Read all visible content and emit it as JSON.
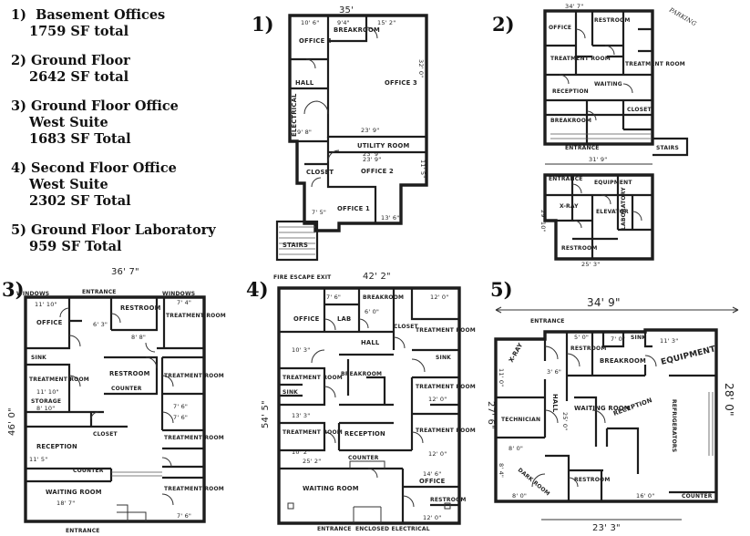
{
  "legend": [
    {
      "number": "1)",
      "lines": [
        "Basement Offices",
        "1759 SF total"
      ]
    },
    {
      "number": "2)",
      "lines": [
        "Ground Floor",
        "2642 SF total"
      ]
    },
    {
      "number": "3)",
      "lines": [
        "Ground Floor Office",
        "West Suite",
        "1683 SF Total"
      ]
    },
    {
      "number": "4)",
      "lines": [
        "Second Floor Office",
        "West Suite",
        "2302 SF Total"
      ]
    },
    {
      "number": "5)",
      "lines": [
        "Ground Floor Laboratory",
        "959 SF Total"
      ]
    }
  ],
  "plans": {
    "p1": {
      "label": "1)",
      "width": "35'",
      "rooms": {
        "office3": "OFFICE 3",
        "office2": "OFFICE 2",
        "office1": "OFFICE 1",
        "office4": "OFFICE 4",
        "utility": "UTILITY ROOM",
        "hall": "HALL",
        "electrical": "ELECTRICAL",
        "breakroom": "BREAKROOM",
        "stairs": "STAIRS",
        "closet": "CLOSET"
      },
      "dims": {
        "top_left": "10' 6\"",
        "top_mid": "9'4\"",
        "top_right": "15' 2\"",
        "right": "32' 0\"",
        "d1": "23' 9\"",
        "d2": "23' 9\"",
        "d3": "23' 9\"",
        "d4": "11' 5\"",
        "d5": "13' 6\"",
        "d6": "7' 5\"",
        "d7": "9' 8\""
      }
    },
    "p2": {
      "label": "2)",
      "top_dim": "34' 7\"",
      "mid_dim": "31' 9\"",
      "bottom_dim": "25' 3\"",
      "side_dim": "29' 10\"",
      "annot": {
        "parking": "PARKING",
        "entrance": "ENTRANCE",
        "entrance2": "ENTRANCE",
        "stairs": "STAIRS",
        "office": "OFFICE",
        "reception": "RECEPTION",
        "restroom": "RESTROOM",
        "treatment": "TREATMENT ROOM",
        "breakroom": "BREAKROOM",
        "laboratory": "LABORATORY",
        "xray": "X-RAY",
        "equipment": "EQUIPMENT",
        "elevator": "ELEVATOR",
        "closet": "CLOSET",
        "waiting": "WAITING"
      }
    },
    "p3": {
      "label": "3)",
      "top_dim": "36' 7\"",
      "left_dim": "46' 0\"",
      "rooms": {
        "office": "OFFICE",
        "restroom": "RESTROOM",
        "treatment_tr": "TREATMENT ROOM",
        "treatment_ml": "TREATMENT ROOM",
        "restroom2": "RESTROOM",
        "treatment_mr": "TREATMENT ROOM",
        "storage": "STORAGE",
        "counter": "COUNTER",
        "closet": "CLOSET",
        "reception": "RECEPTION",
        "treatment_lr": "TREATMENT ROOM",
        "counter2": "COUNTER",
        "waiting": "WAITING ROOM",
        "treatment_br": "TREATMENT ROOM",
        "entrance_top": "ENTRANCE",
        "entrance_bot": "ENTRANCE",
        "windows": "WINDOWS",
        "sink": "SINK"
      },
      "dims": {
        "a": "11' 10\"",
        "b": "7' 4\"",
        "c": "6' 3\"",
        "d": "8' 8\"",
        "e": "11' 10\"",
        "f": "8' 10\"",
        "g": "7' 6\"",
        "h": "7' 6\"",
        "i": "18' 7\"",
        "j": "7' 6\"",
        "k": "11' 5\""
      }
    },
    "p4": {
      "label": "4)",
      "top_dim": "42' 2\"",
      "left_dim": "54' 5\"",
      "top_note": "FIRE ESCAPE EXIT",
      "rooms": {
        "office": "OFFICE",
        "lab": "LAB",
        "breakroom": "BREAKROOM",
        "hall": "HALL",
        "treatment_tr": "TREATMENT ROOM",
        "treatment_ml": "TREATMENT ROOM",
        "closet": "CLOSET",
        "sink": "SINK",
        "treatment_mr": "TREATMENT ROOM",
        "treatment_ll": "TREATMENT ROOM",
        "reception": "RECEPTION",
        "treatment_lr": "TREATMENT ROOM",
        "waiting": "WAITING ROOM",
        "office2": "OFFICE",
        "restroom": "RESTROOM",
        "entrance": "ENTRANCE",
        "electrical": "ENCLOSED ELECTRICAL",
        "counter": "COUNTER"
      },
      "dims": {
        "a": "7' 6\"",
        "b": "6' 0\"",
        "c": "12' 0\"",
        "d": "10' 3\"",
        "e": "12' 0\"",
        "f": "10' 2\"",
        "g": "12' 0\"",
        "h": "25' 2\"",
        "i": "14' 6\"",
        "j": "12' 0\"",
        "k": "13' 3\""
      }
    },
    "p5": {
      "label": "5)",
      "top_dim": "34' 9\"",
      "right_dim": "28' 0\"",
      "left_dim": "27' 6\"",
      "bottom_dim": "23' 3\"",
      "rooms": {
        "entrance": "ENTRANCE",
        "restroom": "RESTROOM",
        "breakroom": "BREAKROOM",
        "equipment": "EQUIPMENT",
        "xray": "X-RAY",
        "hall": "HALL",
        "waiting": "WAITING ROOM",
        "reception": "RECEPTION",
        "refrigerators": "REFRIGERATORS",
        "technician": "TECHNICIAN",
        "darkroom": "DARK ROOM",
        "restroom2": "RESTROOM",
        "counter": "COUNTER",
        "sink": "SINK"
      },
      "dims": {
        "a": "5' 0\"",
        "b": "7' 0\"",
        "c": "11' 3\"",
        "d": "3' 6\"",
        "e": "25' 0\"",
        "f": "16' 0\"",
        "g": "8' 0\"",
        "h": "8' 0\"",
        "i": "11' 0\"",
        "j": "8' 4\""
      }
    }
  }
}
